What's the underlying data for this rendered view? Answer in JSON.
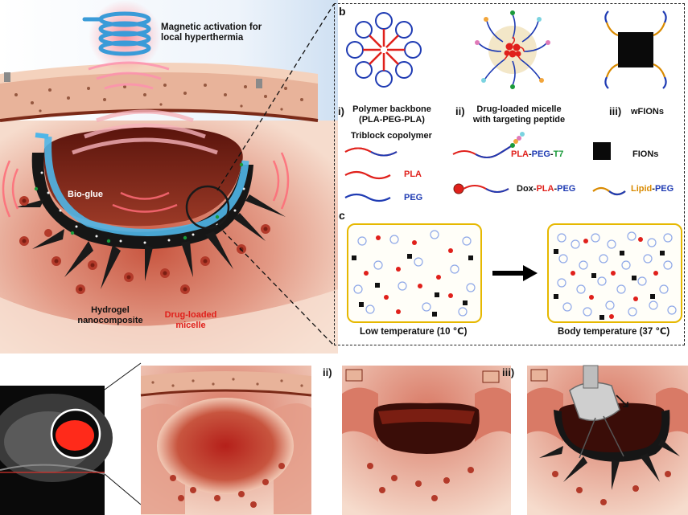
{
  "colors": {
    "tissue_dark": "#7a1e12",
    "tissue_mid": "#c8553f",
    "tissue_light": "#f1c7b3",
    "skull": "#e8b39a",
    "blue_ring": "#4fb6e8",
    "heat": "#ff5a6a",
    "peg": "#1f3bb3",
    "pla": "#e0201b",
    "t7": "#1a9a3a",
    "lipid": "#d98a00",
    "frame": "#e6b800",
    "brain_tumor": "#ff2a1a"
  },
  "panel_a": {
    "coil_caption": "Magnetic activation for\nlocal hyperthermia",
    "bio_glue": "Bio-glue",
    "hydrogel": "Hydrogel\nnanocomposite",
    "micelle": "Drug-loaded\nmicelle"
  },
  "panel_b": {
    "letter": "b",
    "i_label": "i)",
    "i_title": "Polymer backbone\n(PLA-PEG-PLA)",
    "ii_label": "ii)",
    "ii_title": "Drug-loaded micelle\nwith targeting peptide",
    "iii_label": "iii)",
    "iii_title": "wFIONs",
    "triblock": "Triblock copolymer",
    "pla": "PLA",
    "peg": "PEG",
    "pla_peg_t7": {
      "pla": "PLA",
      "sep1": "-",
      "peg": "PEG",
      "sep2": "-",
      "t7": "T7"
    },
    "fions": "FIONs",
    "dox_pla_peg": {
      "dox": "Dox",
      "sep1": "-",
      "pla": "PLA",
      "sep2": "-",
      "peg": "PEG"
    },
    "lipid_peg": {
      "lipid": "Lipid",
      "sep": "-",
      "peg": "PEG"
    }
  },
  "panel_c": {
    "letter": "c",
    "low": "Low temperature (10 ℃)",
    "body": "Body temperature (37 ℃)"
  },
  "bottom": {
    "ii_label": "ii)",
    "iii_label": "iii)"
  }
}
